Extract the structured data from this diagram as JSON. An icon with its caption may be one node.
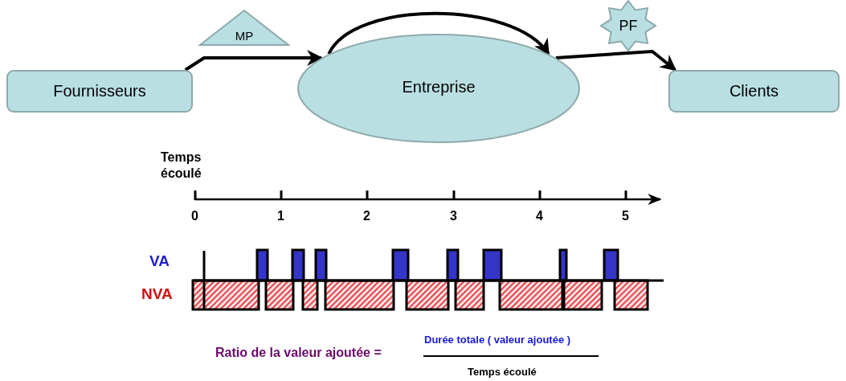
{
  "diagram": {
    "nodes": [
      {
        "text": [
          "Fournisseurs"
        ]
      },
      {
        "text": [
          "MP"
        ]
      },
      {
        "text": [
          "Entreprise"
        ]
      },
      {
        "text": [
          "PF"
        ]
      },
      {
        "text": [
          "Clients"
        ]
      }
    ],
    "edges": [
      {
        "from": 0,
        "to": 2,
        "arrow": "to"
      },
      {
        "from": 2,
        "to": 2,
        "arrow": "to"
      },
      {
        "from": 2,
        "to": 4,
        "arrow": "to"
      }
    ],
    "labels": [
      "Temps écoulé",
      "0",
      "1",
      "2",
      "3",
      "4",
      "5",
      "VA",
      "NVA",
      "Ratio de la valeur ajoutée =",
      "Durée totale ( valeur ajoutée )",
      "Temps écoulé"
    ]
  }
}
